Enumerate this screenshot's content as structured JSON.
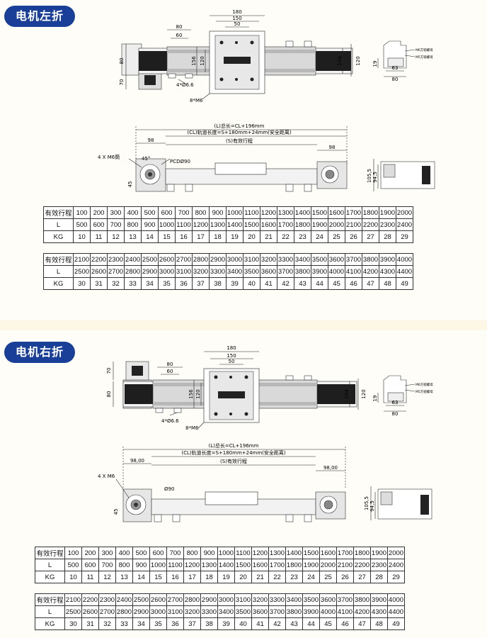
{
  "sections": [
    {
      "id": "left",
      "title": "电机左折",
      "top_view": {
        "dim_180": "180",
        "dim_150": "150",
        "dim_50": "50",
        "dim_80": "80",
        "dim_60": "60",
        "dim_80_left": "80",
        "dim_70": "70",
        "dim_156": "156",
        "dim_120_inner": "120",
        "dim_104": "104",
        "dim_120": "120",
        "holes_4": "4*Ø6.6",
        "holes_8": "8*M6"
      },
      "end_view": {
        "dim_19": "19",
        "dim_63": "63",
        "dim_80": "80",
        "note_1": "M6方锁螺母",
        "note_2": "M5方锁螺母"
      },
      "side_view": {
        "total_length": "(L)总长=CL+196mm",
        "rail_length": "(CL)轨道长度=S+180mm+24mm(安全距离)",
        "stroke": "(S)有效行程",
        "dim_98_left": "98",
        "dim_98_right": "98",
        "flange_holes": "4 X M6筒",
        "angle": "45°",
        "pcd": "PCDØ90",
        "dim_45": "45",
        "dim_105_5": "105,5",
        "dim_94_5": "94,5"
      },
      "tables": [
        {
          "rows": [
            {
              "label": "有效行程",
              "values": [
                "100",
                "200",
                "300",
                "400",
                "500",
                "600",
                "700",
                "800",
                "900",
                "1000",
                "1100",
                "1200",
                "1300",
                "1400",
                "1500",
                "1600",
                "1700",
                "1800",
                "1900",
                "2000"
              ]
            },
            {
              "label": "L",
              "values": [
                "500",
                "600",
                "700",
                "800",
                "900",
                "1000",
                "1100",
                "1200",
                "1300",
                "1400",
                "1500",
                "1600",
                "1700",
                "1800",
                "1900",
                "2000",
                "2100",
                "2200",
                "2300",
                "2400"
              ]
            },
            {
              "label": "KG",
              "values": [
                "10",
                "11",
                "12",
                "13",
                "14",
                "15",
                "16",
                "17",
                "18",
                "19",
                "20",
                "21",
                "22",
                "23",
                "24",
                "25",
                "26",
                "27",
                "28",
                "29"
              ]
            }
          ]
        },
        {
          "rows": [
            {
              "label": "有效行程",
              "values": [
                "2100",
                "2200",
                "2300",
                "2400",
                "2500",
                "2600",
                "2700",
                "2800",
                "2900",
                "3000",
                "3100",
                "3200",
                "3300",
                "3400",
                "3500",
                "3600",
                "3700",
                "3800",
                "3900",
                "4000"
              ]
            },
            {
              "label": "L",
              "values": [
                "2500",
                "2600",
                "2700",
                "2800",
                "2900",
                "3000",
                "3100",
                "3200",
                "3300",
                "3400",
                "3500",
                "3600",
                "3700",
                "3800",
                "3900",
                "4000",
                "4100",
                "4200",
                "4300",
                "4400"
              ]
            },
            {
              "label": "KG",
              "values": [
                "30",
                "31",
                "32",
                "33",
                "34",
                "35",
                "36",
                "37",
                "38",
                "39",
                "40",
                "41",
                "42",
                "43",
                "44",
                "45",
                "46",
                "47",
                "48",
                "49"
              ]
            }
          ]
        }
      ]
    },
    {
      "id": "right",
      "title": "电机右折",
      "top_view": {
        "dim_180": "180",
        "dim_150": "150",
        "dim_50": "50",
        "dim_80": "80",
        "dim_60": "60",
        "dim_80_left": "80",
        "dim_70": "70",
        "dim_156": "156",
        "dim_120_inner": "120",
        "dim_104": "104",
        "dim_120": "120",
        "holes_4": "4*Ø6.6",
        "holes_8": "8*M6"
      },
      "end_view": {
        "dim_19": "19",
        "dim_63": "63",
        "dim_80": "80",
        "note_1": "M6方锁螺母",
        "note_2": "M5方锁螺母"
      },
      "side_view": {
        "total_length": "(L)总长=CL+196mm",
        "rail_length": "(CL)轨道长度=S+180mm+24mm(安全距离)",
        "stroke": "(S)有效行程",
        "dim_98_left": "98,00",
        "dim_98_right": "98,00",
        "flange_holes": "4 X M6",
        "angle": "",
        "pcd": "Ø90",
        "dim_45": "45",
        "dim_105_5": "105,5",
        "dim_94_5": "94,5"
      },
      "tables": [
        {
          "rows": [
            {
              "label": "有效行程",
              "values": [
                "100",
                "200",
                "300",
                "400",
                "500",
                "600",
                "700",
                "800",
                "900",
                "1000",
                "1100",
                "1200",
                "1300",
                "1400",
                "1500",
                "1600",
                "1700",
                "1800",
                "1900",
                "2000"
              ]
            },
            {
              "label": "L",
              "values": [
                "500",
                "600",
                "700",
                "800",
                "900",
                "1000",
                "1100",
                "1200",
                "1300",
                "1400",
                "1500",
                "1600",
                "1700",
                "1800",
                "1900",
                "2000",
                "2100",
                "2200",
                "2300",
                "2400"
              ]
            },
            {
              "label": "KG",
              "values": [
                "10",
                "11",
                "12",
                "13",
                "14",
                "15",
                "16",
                "17",
                "18",
                "19",
                "20",
                "21",
                "22",
                "23",
                "24",
                "25",
                "26",
                "27",
                "28",
                "29"
              ]
            }
          ]
        },
        {
          "rows": [
            {
              "label": "有效行程",
              "values": [
                "2100",
                "2200",
                "2300",
                "2400",
                "2500",
                "2600",
                "2700",
                "2800",
                "2900",
                "3000",
                "3100",
                "3200",
                "3300",
                "3400",
                "3500",
                "3600",
                "3700",
                "3800",
                "3900",
                "4000"
              ]
            },
            {
              "label": "L",
              "values": [
                "2500",
                "2600",
                "2700",
                "2800",
                "2900",
                "3000",
                "3100",
                "3200",
                "3300",
                "3400",
                "3500",
                "3600",
                "3700",
                "3800",
                "3900",
                "4000",
                "4100",
                "4200",
                "4300",
                "4400"
              ]
            },
            {
              "label": "KG",
              "values": [
                "30",
                "31",
                "32",
                "33",
                "34",
                "35",
                "36",
                "37",
                "38",
                "39",
                "40",
                "41",
                "42",
                "43",
                "44",
                "45",
                "46",
                "47",
                "48",
                "49"
              ]
            }
          ]
        }
      ]
    }
  ]
}
